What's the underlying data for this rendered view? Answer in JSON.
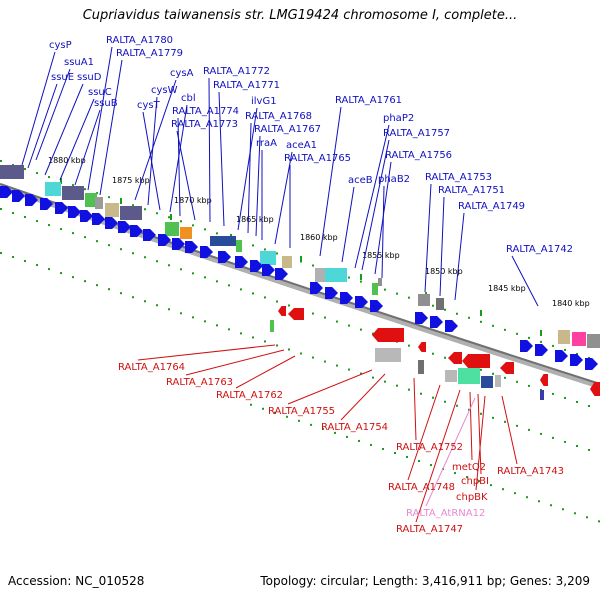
{
  "title": "Cupriavidus taiwanensis str. LMG19424 chromosome I, complete...",
  "footer": {
    "accession": "Accession: NC_010528",
    "stats": "Topology: circular; Length: 3,416,911 bp; Genes: 3,209"
  },
  "scale_labels": [
    "1880 kbp",
    "1875 kbp",
    "1870 kbp",
    "1865 kbp",
    "1860 kbp",
    "1855 kbp",
    "1850 kbp",
    "1845 kbp",
    "1840 kbp"
  ],
  "colors": {
    "forward_gene": "#1010e0",
    "reverse_gene": "#e01010",
    "rna_gene": "#e68ad2",
    "backbone": "#909090",
    "tick": "#1a9a1a"
  },
  "forward_labels": [
    "cysP",
    "ssuA1",
    "ssuE",
    "ssuD",
    "ssuC",
    "ssuB",
    "RALTA_A1780",
    "RALTA_A1779",
    "cysA",
    "cysW",
    "cysT",
    "cbl",
    "RALTA_A1774",
    "RALTA_A1773",
    "RALTA_A1772",
    "RALTA_A1771",
    "ilvG1",
    "RALTA_A1768",
    "RALTA_A1767",
    "rraA",
    "aceA1",
    "RALTA_A1765",
    "RALTA_A1761",
    "aceB",
    "phaP2",
    "RALTA_A1757",
    "RALTA_A1756",
    "phaB2",
    "RALTA_A1753",
    "RALTA_A1751",
    "RALTA_A1749",
    "RALTA_A1742"
  ],
  "reverse_labels": [
    "RALTA_A1764",
    "RALTA_A1763",
    "RALTA_A1762",
    "RALTA_A1755",
    "RALTA_A1754",
    "RALTA_A1752",
    "RALTA_A1748",
    "RALTA_A1747",
    "metQ2",
    "chpBI",
    "chpBK",
    "RALTA_AtRNA12",
    "RALTA_A1743"
  ]
}
